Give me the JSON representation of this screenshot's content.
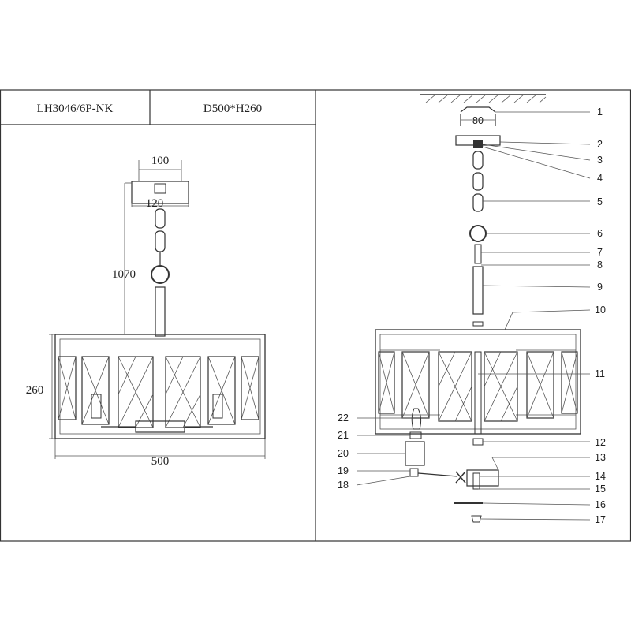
{
  "header": {
    "model": "LH3046/6P-NK",
    "size": "D500*H260"
  },
  "dimensions": {
    "canopy_top": "100",
    "canopy_bottom": "120",
    "hanging_length": "1070",
    "height": "260",
    "diameter": "500",
    "mount_spacing": "80"
  },
  "parts": [
    "1",
    "2",
    "3",
    "4",
    "5",
    "6",
    "7",
    "8",
    "9",
    "10",
    "11",
    "12",
    "13",
    "14",
    "15",
    "16",
    "17",
    "18",
    "19",
    "20",
    "21",
    "22"
  ],
  "colors": {
    "line": "#333333",
    "background": "#ffffff"
  }
}
